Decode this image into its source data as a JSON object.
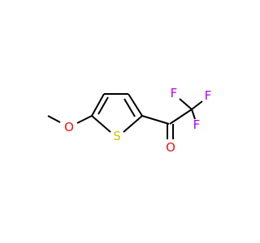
{
  "molecule": {
    "atoms": {
      "oxygen_methoxy": "O",
      "sulfur": "S",
      "oxygen_carbonyl": "O",
      "fluorine_left": "F",
      "fluorine_right": "F",
      "fluorine_bottom": "F"
    },
    "colors": {
      "bond": "#000000",
      "O": "#ff0d0d",
      "S": "#c6c600",
      "F": "#b400ff"
    }
  }
}
